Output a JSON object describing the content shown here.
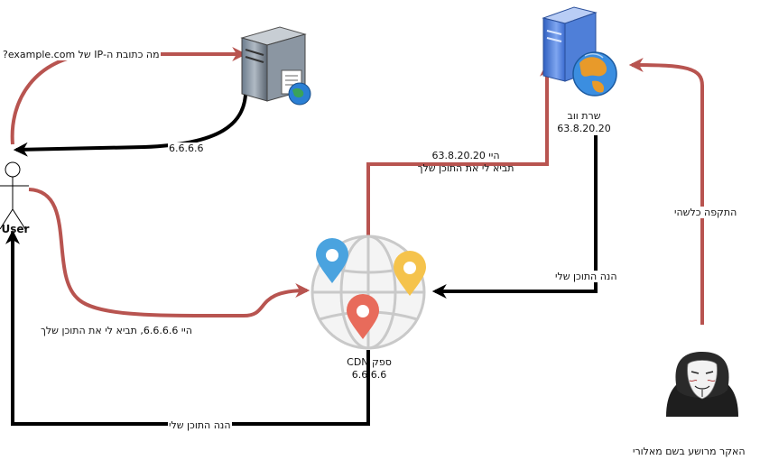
{
  "labels": {
    "dns_question": "מה כתובת ה-IP של example.com?",
    "dns_answer": "6.6.6.6",
    "user": "User",
    "user_request": "היי 6.6.6.6, תביא לי את התוכן שלך",
    "cdn_name": "ספק CDN",
    "cdn_ip": "6.6.6.6",
    "cdn_to_user": "הנה התוכן שלי",
    "cdn_to_origin_line1": "היי 63.8.20.20",
    "cdn_to_origin_line2": "תביא לי את התוכן שלך",
    "web_server_name": "שרת ווב",
    "web_server_ip": "63.8.20.20",
    "origin_to_cdn": "הנה התוכן שלי",
    "attack": "התקפה כלשהי",
    "hacker": "האקר מרושע בשם מאלורי"
  },
  "colors": {
    "red_arrow": "#b85450",
    "black_arrow": "#000000",
    "pin_blue": "#4aa3df",
    "pin_yellow": "#f5c34c",
    "pin_red": "#e86b5b",
    "globe": "#c9c9c9"
  },
  "icons": [
    "dns-server-icon",
    "web-server-icon",
    "user-stick-figure-icon",
    "cdn-globe-icon",
    "hacker-icon"
  ]
}
